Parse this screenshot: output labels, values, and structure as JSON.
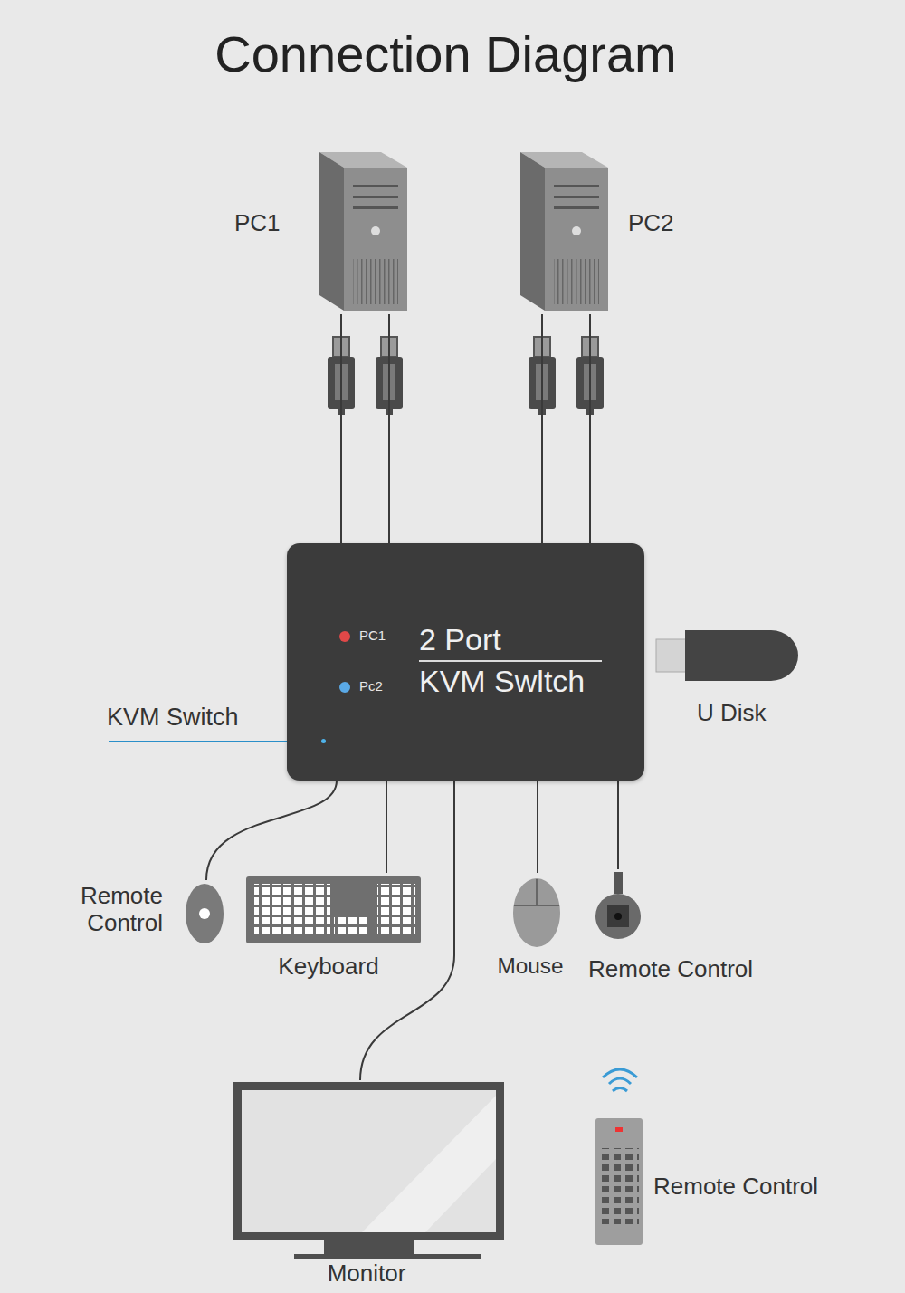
{
  "diagram": {
    "title": "Connection Diagram",
    "nodes": [
      {
        "text": [
          "PC1"
        ]
      },
      {
        "text": [
          "PC2"
        ]
      },
      {
        "text": [
          "PC1",
          "Pc2",
          "2 Port",
          "KVM Swltch"
        ]
      },
      {
        "text": [
          "U Disk"
        ]
      },
      {
        "text": [
          "Remote Control"
        ]
      },
      {
        "text": [
          "Keyboard"
        ]
      },
      {
        "text": [
          "Mouse"
        ]
      },
      {
        "text": [
          "Remote Control"
        ]
      },
      {
        "text": [
          "Monitor"
        ]
      },
      {
        "text": [
          "Remote Control"
        ]
      }
    ],
    "edges": [
      {
        "from": 0,
        "to": 2,
        "arrow": "none"
      },
      {
        "from": 0,
        "to": 2,
        "arrow": "none"
      },
      {
        "from": 1,
        "to": 2,
        "arrow": "none"
      },
      {
        "from": 1,
        "to": 2,
        "arrow": "none"
      },
      {
        "from": 2,
        "to": 4,
        "arrow": "none"
      },
      {
        "from": 2,
        "to": 5,
        "arrow": "none"
      },
      {
        "from": 2,
        "to": 8,
        "arrow": "none"
      },
      {
        "from": 2,
        "to": 6,
        "arrow": "none"
      },
      {
        "from": 2,
        "to": 7,
        "arrow": "none"
      }
    ],
    "labels": [
      "KVM Switch"
    ]
  }
}
